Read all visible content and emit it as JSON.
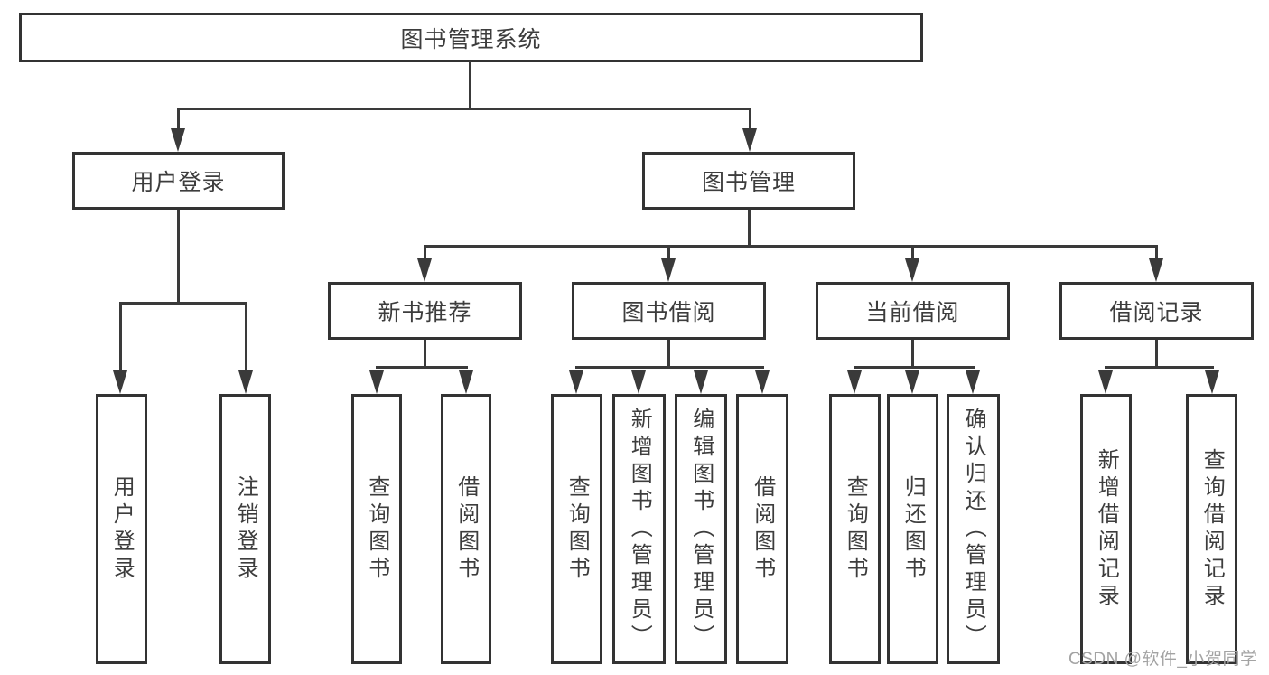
{
  "diagram": {
    "root": {
      "label": "图书管理系统"
    },
    "level2": [
      {
        "label": "用户登录"
      },
      {
        "label": "图书管理"
      }
    ],
    "level3": [
      {
        "label": "新书推荐",
        "parent": "图书管理"
      },
      {
        "label": "图书借阅",
        "parent": "图书管理"
      },
      {
        "label": "当前借阅",
        "parent": "图书管理"
      },
      {
        "label": "借阅记录",
        "parent": "图书管理"
      }
    ],
    "leaves": [
      {
        "label": "用户登录",
        "parent": "用户登录"
      },
      {
        "label": "注销登录",
        "parent": "用户登录"
      },
      {
        "label": "查询图书",
        "parent": "新书推荐"
      },
      {
        "label": "借阅图书",
        "parent": "新书推荐"
      },
      {
        "label": "查询图书",
        "parent": "图书借阅"
      },
      {
        "label": "新增图书（管理员）",
        "parent": "图书借阅"
      },
      {
        "label": "编辑图书（管理员）",
        "parent": "图书借阅"
      },
      {
        "label": "借阅图书",
        "parent": "图书借阅"
      },
      {
        "label": "查询图书",
        "parent": "当前借阅"
      },
      {
        "label": "归还图书",
        "parent": "当前借阅"
      },
      {
        "label": "确认归还（管理员）",
        "parent": "当前借阅"
      },
      {
        "label": "新增借阅记录",
        "parent": "借阅记录"
      },
      {
        "label": "查询借阅记录",
        "parent": "借阅记录"
      }
    ]
  },
  "watermark": {
    "text": "CSDN @软件_小贺同学"
  },
  "colors": {
    "line": "#3a3a3a",
    "box_border": "#333333",
    "text": "#3d3d3d",
    "background": "#ffffff",
    "watermark": "#a3a3a3"
  }
}
